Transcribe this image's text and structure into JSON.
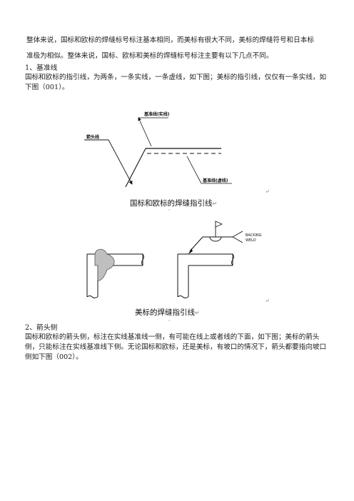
{
  "intro": {
    "line1": "整体来说，国标和欧标的焊缝标号标注基本相同，而美标有很大不同，美标的焊缝符号和日本标",
    "line2": "准极为相似。整体来说，国标、欧标和美标的焊缝标号标注主要有以下几点不同。"
  },
  "section1": {
    "heading": "1、基准线",
    "body": "国标和欧标的指引线，为两条，一条实线，一条虚线，如下图；美标的指引线，仅仅有一条实线，如下图（001）。"
  },
  "figure1": {
    "label_solid": "基准线(实线)",
    "label_arrow": "箭头线",
    "label_dashed": "基准线(虚线)",
    "caption": "国标和欧标的焊缝指引线"
  },
  "figure2": {
    "label_backing_1": "BACKING",
    "label_backing_2": "WELD",
    "caption": "美标的焊缝指引线"
  },
  "section2": {
    "heading": "2、箭头侧",
    "body": "国标和欧标的箭头侧，标注在实线基准线一侧，有可能在线上或者线的下面，如下图；美标的箭头侧，只能标注在实线基准线下侧。无论国标和欧标，还是美标，有坡口的情况下，箭头都要指向坡口侧如下图（002）。"
  },
  "marks": {
    "return_mark": "↵",
    "small_mark": "'"
  }
}
